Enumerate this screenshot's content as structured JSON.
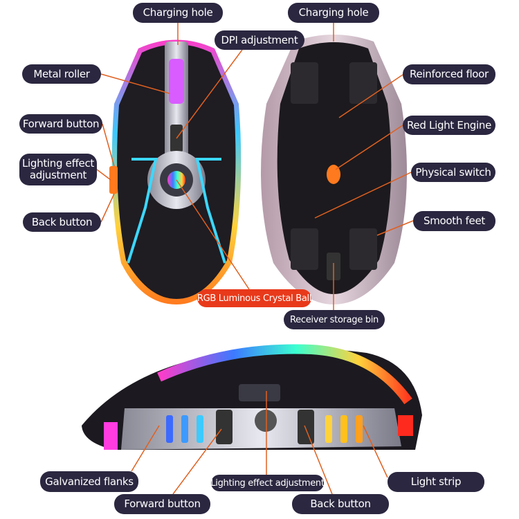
{
  "labels": {
    "charging_hole_left": "Charging hole",
    "charging_hole_right": "Charging hole",
    "dpi_adjustment": "DPI adjustment",
    "metal_roller": "Metal roller",
    "reinforced_floor": "Reinforced floor",
    "forward_button_top": "Forward button",
    "red_light_engine": "Red Light Engine",
    "lighting_effect_adjustment_top": "Lighting effect adjustment",
    "physical_switch": "Physical switch",
    "back_button_top": "Back button",
    "smooth_feet": "Smooth feet",
    "rgb_crystal_ball": "RGB Luminous Crystal Ball",
    "receiver_storage_bin": "Receiver storage bin",
    "galvanized_flanks": "Galvanized flanks",
    "lighting_effect_adjustment_bottom": "Lighting effect adjustment",
    "light_strip": "Light strip",
    "forward_button_bottom": "Forward button",
    "back_button_bottom": "Back button"
  },
  "colors": {
    "label_bg": "#2b2740",
    "highlight_label": "#e8391a",
    "leader_line": "#e06020"
  }
}
